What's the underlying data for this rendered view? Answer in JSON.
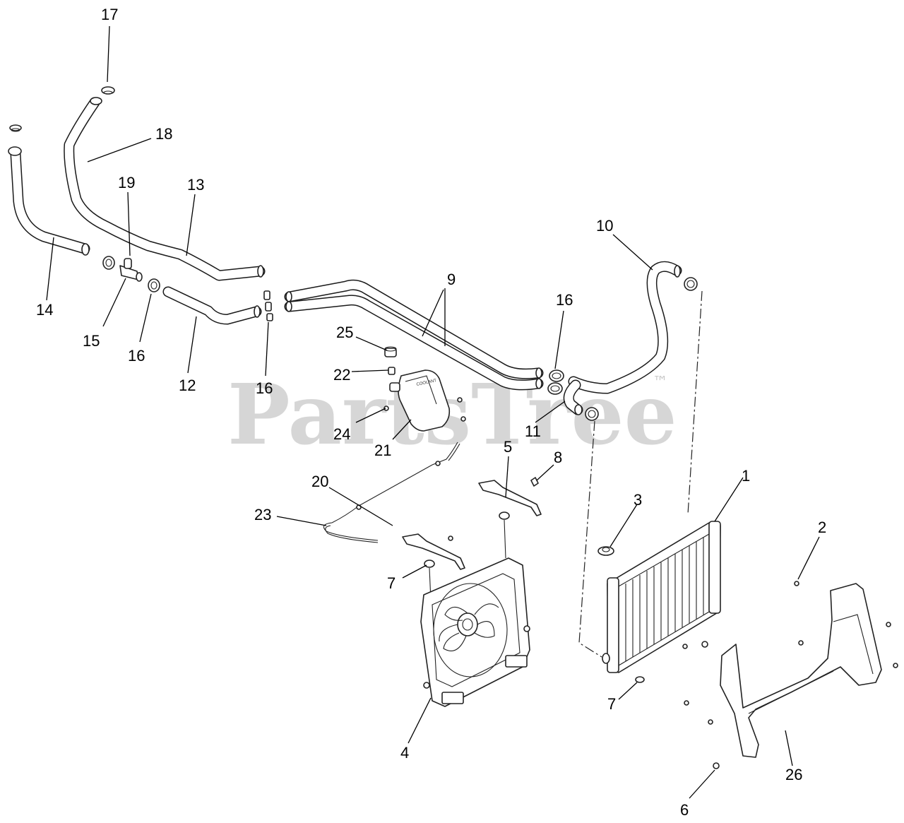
{
  "watermark": {
    "text": "PartsTree",
    "trademark": "™"
  },
  "callouts": [
    "17",
    "18",
    "19",
    "13",
    "14",
    "15",
    "16",
    "12",
    "16",
    "10",
    "9",
    "16",
    "25",
    "22",
    "24",
    "21",
    "11",
    "5",
    "8",
    "20",
    "23",
    "1",
    "3",
    "2",
    "7",
    "4",
    "7",
    "26",
    "6"
  ]
}
